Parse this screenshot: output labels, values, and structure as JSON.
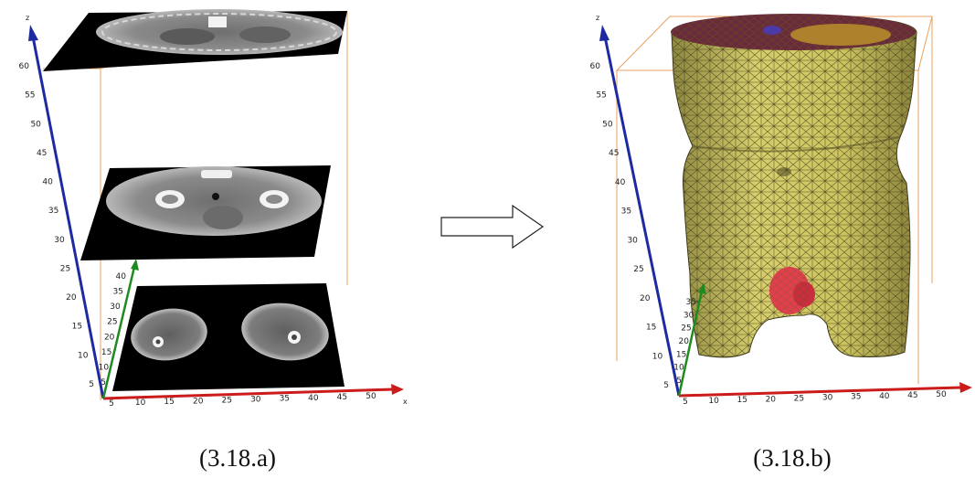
{
  "left_figure": {
    "caption": "(3.18.a)",
    "z_axis_label": "z",
    "x_axis_label": "x",
    "z_ticks": [
      "5",
      "10",
      "15",
      "20",
      "25",
      "30",
      "35",
      "40",
      "45",
      "50",
      "55",
      "60"
    ],
    "x_ticks": [
      "5",
      "10",
      "15",
      "20",
      "25",
      "30",
      "35",
      "40",
      "45",
      "50"
    ],
    "y_ticks": [
      "5",
      "10",
      "15",
      "20",
      "25",
      "30",
      "35",
      "40"
    ]
  },
  "right_figure": {
    "caption": "(3.18.b)",
    "z_axis_label": "z",
    "z_ticks": [
      "5",
      "10",
      "15",
      "20",
      "25",
      "30",
      "35",
      "40",
      "45",
      "50",
      "55",
      "60"
    ],
    "x_ticks": [
      "5",
      "10",
      "15",
      "20",
      "25",
      "30",
      "35",
      "40",
      "45",
      "50"
    ],
    "y_ticks": [
      "5",
      "10",
      "15",
      "20",
      "25",
      "30",
      "35"
    ]
  },
  "colors": {
    "z_axis": "#1e2aa0",
    "x_axis": "#cc1b1b",
    "y_axis": "#1f8a1f",
    "bounding_box": "#e8a060",
    "slice_bg": "#000000",
    "mesh_fill": "#c9c15e",
    "mesh_lines": "#3d3a1c",
    "organ": "#e0404e"
  },
  "icons": [
    "right-arrow-icon"
  ]
}
